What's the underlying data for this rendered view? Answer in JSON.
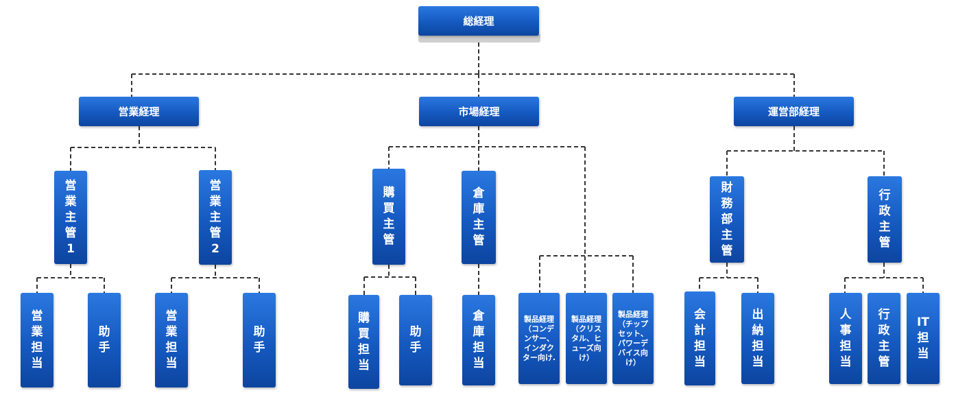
{
  "org": {
    "root": "総経理",
    "managers": {
      "sales": "営業経理",
      "market": "市場経理",
      "ops": "運営部経理"
    },
    "supervisors": {
      "sales1": "営業主管1",
      "sales2": "営業主管2",
      "purchasing": "購買主管",
      "warehouse": "倉庫主管",
      "finance": "財務部主管",
      "admin": "行政主管"
    },
    "product_managers": {
      "pm1": "製品経理（コンデンサー、インダクター向け.",
      "pm2": "製品経理（クリスタル、ヒューズ向け）",
      "pm3": "製品経理（チップセット、パワーデバイス向け）"
    },
    "staff": {
      "sales_rep1": "営業担当",
      "assistant1": "助手",
      "sales_rep2": "営業担当",
      "assistant2": "助手",
      "purchasing_rep": "購買担当",
      "assistant3": "助手",
      "warehouse_rep": "倉庫担当",
      "accounting": "会計担当",
      "cashier": "出納担当",
      "hr": "人事担当",
      "admin_sup": "行政主管",
      "it": "IT担当"
    }
  },
  "colors": {
    "node_top": "#2a78e0",
    "node_bottom": "#0d45a0",
    "connector": "#333333"
  }
}
